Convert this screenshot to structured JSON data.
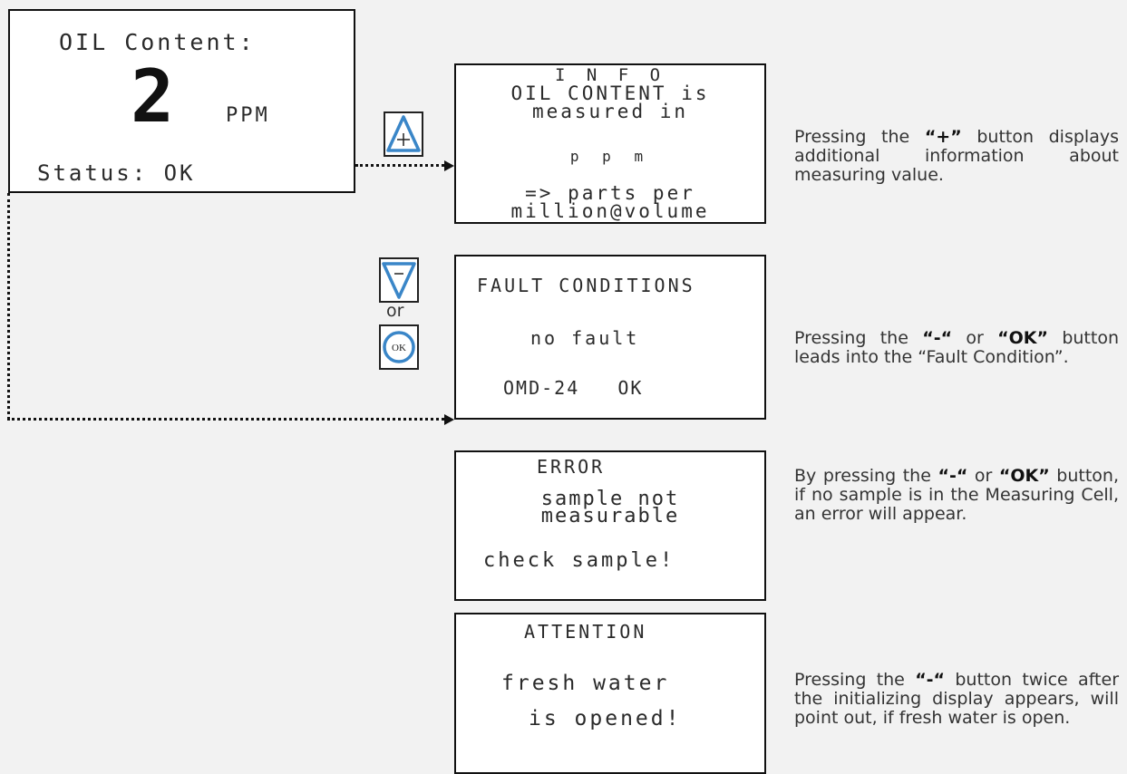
{
  "main_screen": {
    "title": "OIL Content:",
    "value": "2",
    "unit": "PPM",
    "status": "Status: OK"
  },
  "info_screen": {
    "line1": "I N F O",
    "line2": "OIL CONTENT is",
    "line3": "measured in",
    "line4": "p p m",
    "line5": "=> parts per",
    "line6": "million@volume"
  },
  "fault_screen": {
    "line1": "FAULT CONDITIONS",
    "line2": "no fault",
    "line3": "OMD-24   OK"
  },
  "error_screen": {
    "line1": "ERROR",
    "line2": "sample not",
    "line3": "measurable",
    "line4": "check sample!"
  },
  "attention_screen": {
    "line1": "ATTENTION",
    "line2": "fresh water",
    "line3": "is opened!"
  },
  "buttons": {
    "plus": "+",
    "minus": "-",
    "or": "or",
    "ok": "OK"
  },
  "descriptions": {
    "info": {
      "pre": "Pressing the ",
      "key1": "“+”",
      "post": " button displays additional information about measuring value."
    },
    "fault": {
      "pre": "Pressing the ",
      "key1": "“-“",
      "mid": " or ",
      "key2": "“OK”",
      "post": " button leads into the “Fault Condition”."
    },
    "error": {
      "pre": "By pressing the ",
      "key1": "“-“",
      "mid": " or ",
      "key2": "“OK”",
      "post": " button, if no sample is in the Measuring Cell, an error will appear."
    },
    "attention": {
      "pre": "Pressing the ",
      "key1": "“-“",
      "post": " button twice after the initializing display appears, will point out, if fresh water is open."
    }
  },
  "colors": {
    "button_blue": "#3a86c8",
    "background": "#f2f2f2"
  }
}
